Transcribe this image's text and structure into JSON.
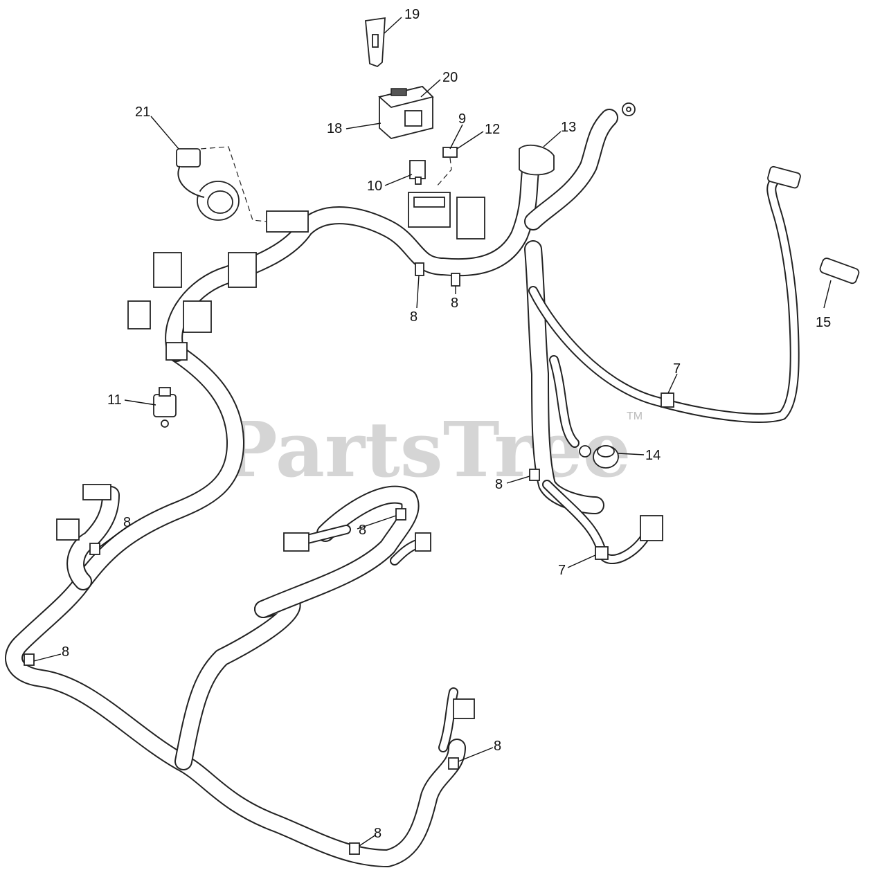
{
  "watermark": {
    "text": "PartsTree",
    "trademark": "TM"
  },
  "callouts": [
    "19",
    "20",
    "18",
    "21",
    "9",
    "12",
    "13",
    "10",
    "8",
    "8",
    "15",
    "11",
    "7",
    "14",
    "8",
    "8",
    "8",
    "7",
    "8",
    "8",
    "8"
  ]
}
